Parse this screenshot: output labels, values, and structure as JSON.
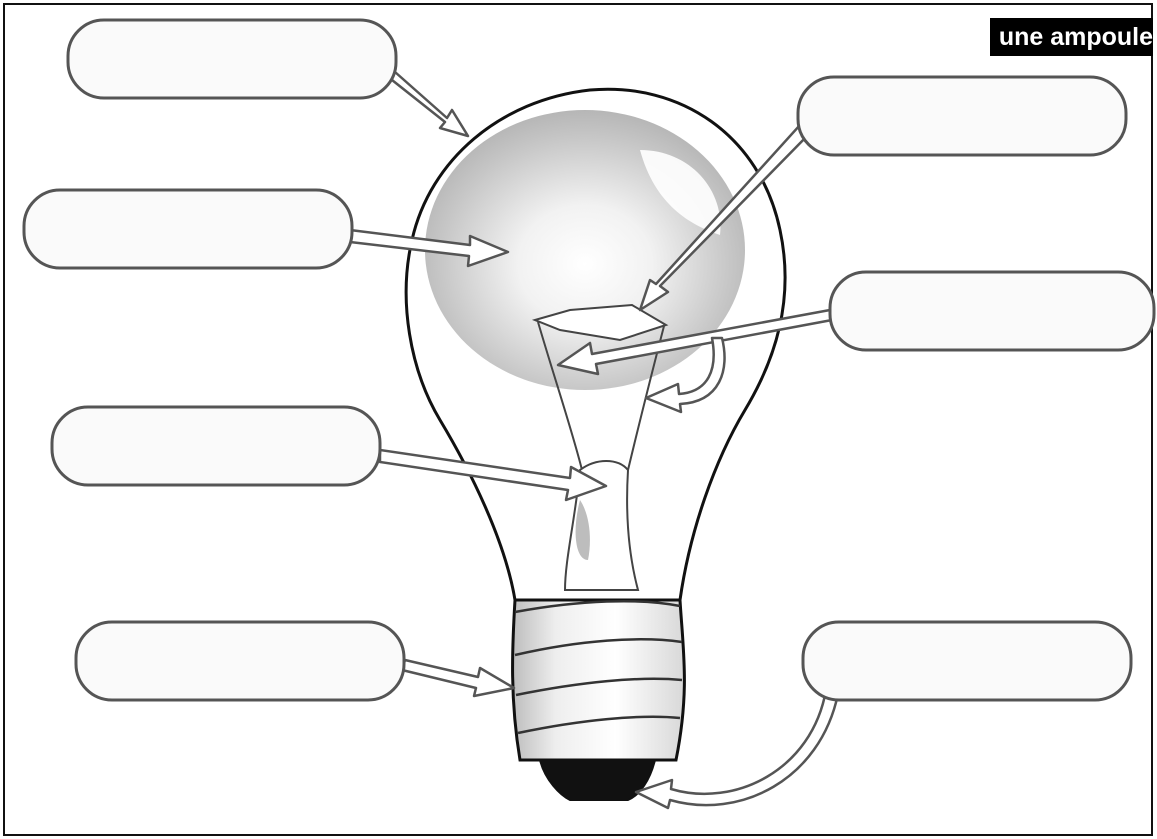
{
  "worksheet": {
    "title": "une ampoule"
  },
  "labels": [
    {
      "id": "verre",
      "answer": ""
    },
    {
      "id": "gaz",
      "answer": ""
    },
    {
      "id": "pied",
      "answer": ""
    },
    {
      "id": "culot",
      "answer": ""
    },
    {
      "id": "filament",
      "answer": ""
    },
    {
      "id": "fils-conducteurs",
      "answer": ""
    },
    {
      "id": "plot",
      "answer": ""
    }
  ],
  "colors": {
    "outline": "#111111",
    "box_fill": "#fafafa",
    "box_stroke": "#555555",
    "arrow_fill": "#ffffff",
    "arrow_stroke": "#555555",
    "glass_shade": "#bdbdbd",
    "contact": "#111111"
  },
  "icons": [
    "light-bulb-illustration",
    "label-arrow"
  ]
}
